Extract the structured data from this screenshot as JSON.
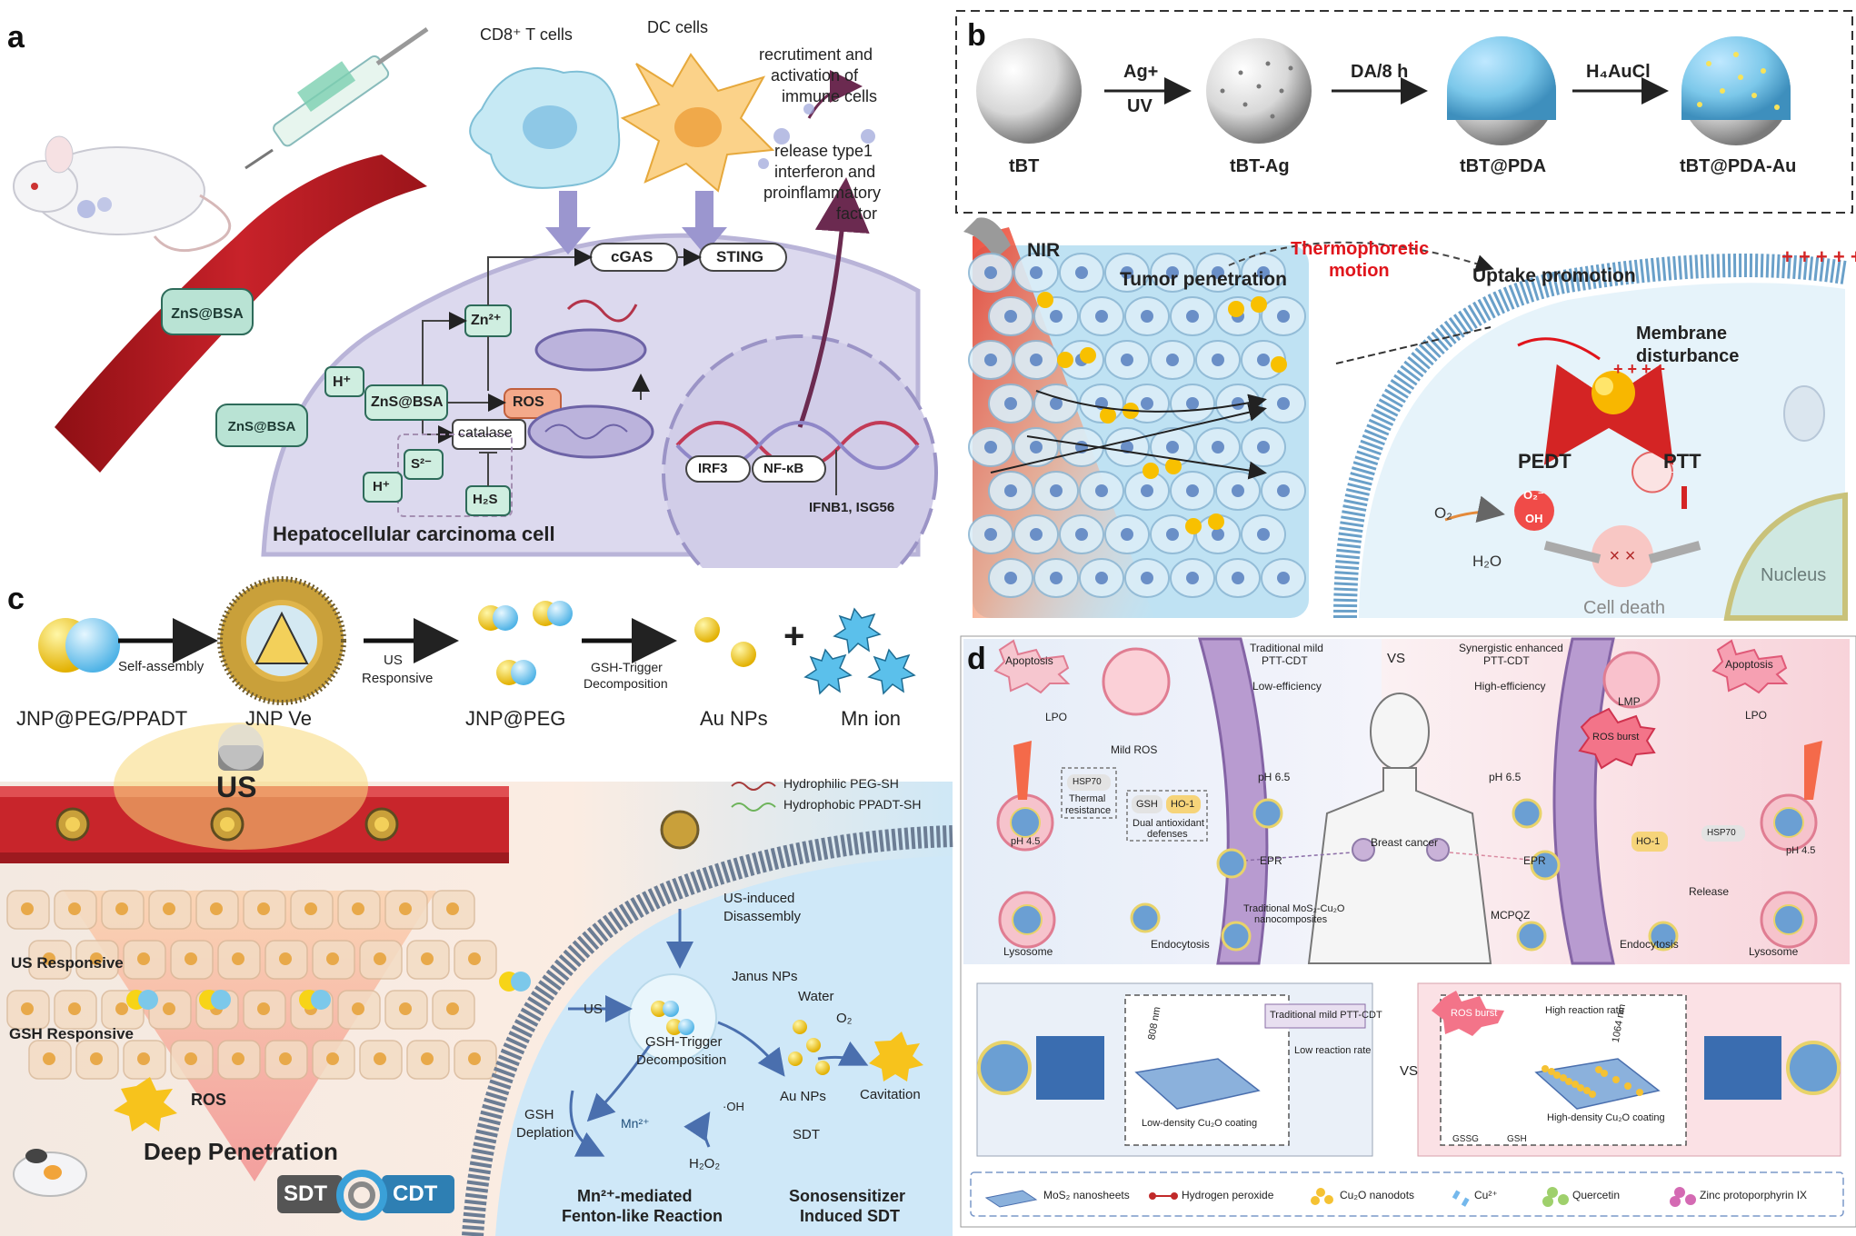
{
  "panels": {
    "a": {
      "letter": "a",
      "cd8": "CD8⁺ T cells",
      "dc": "DC cells",
      "recruit_1": "recrutiment and",
      "recruit_2": "activation of",
      "recruit_3": "immune cells",
      "release_1": "release type1",
      "release_2": "interferon and",
      "release_3": "proinflammatory",
      "release_4": "factor",
      "znsbsa": "ZnS@BSA",
      "cgas": "cGAS",
      "sting": "STING",
      "zn": "Zn²⁺",
      "h_plus": "H⁺",
      "ros": "ROS",
      "catalase": "catalase",
      "s2": "S²⁻",
      "h2s": "H₂S",
      "irf3": "IRF3",
      "nfkb": "NF-κB",
      "ifnb": "IFNB1, ISG56",
      "cell_title": "Hepatocellular carcinoma cell"
    },
    "b": {
      "letter": "b",
      "tbt": "tBT",
      "tbt_ag": "tBT-Ag",
      "tbt_pda": "tBT@PDA",
      "tbt_pda_au": "tBT@PDA-Au",
      "step1_top": "Ag+",
      "step1_bottom": "UV",
      "step2": "DA/8 h",
      "step3": "H₄AuCl",
      "nir": "NIR",
      "thermo_1": "Thermophoretic",
      "thermo_2": "motion",
      "tumor_pen": "Tumor penetration",
      "uptake": "Uptake promotion",
      "membrane_1": "Membrane",
      "membrane_2": "disturbance",
      "pedt": "PEDT",
      "ptt": "PTT",
      "o2": "O₂",
      "h2o": "H₂O",
      "o2_rad": "O₂⁻",
      "oh_rad": "OH",
      "nucleus": "Nucleus",
      "cell_death": "Cell death"
    },
    "c": {
      "letter": "c",
      "self_assembly": "Self-assembly",
      "us_resp_1": "US",
      "us_resp_2": "Responsive",
      "gsh_trig_1": "GSH-Trigger",
      "gsh_trig_2": "Decomposition",
      "plus": "+",
      "lbl_jnp_peg_ppadt": "JNP@PEG/PPADT",
      "lbl_jnp_ve": "JNP Ve",
      "lbl_jnp_peg": "JNP@PEG",
      "lbl_au": "Au NPs",
      "lbl_mn": "Mn ion",
      "us_device": "US",
      "hydrophilic": "Hydrophilic PEG-SH",
      "hydrophobic": "Hydrophobic PPADT-SH",
      "us_responsive": "US Responsive",
      "gsh_responsive": "GSH Responsive",
      "ros": "ROS",
      "deep_pen": "Deep Penetration",
      "sdt": "SDT",
      "cdt": "CDT",
      "us_dis_1": "US-induced",
      "us_dis_2": "Disassembly",
      "janus": "Janus NPs",
      "water": "Water",
      "o2": "O₂",
      "us": "US",
      "gsh_dec_1": "GSH-Trigger",
      "gsh_dec_2": "Decomposition",
      "au_nps": "Au NPs",
      "cavitation": "Cavitation",
      "gsh_dep_1": "GSH",
      "gsh_dep_2": "Deplation",
      "oh": "·OH",
      "h2o2": "H₂O₂",
      "sdt_small": "SDT",
      "mn": "Mn²⁺",
      "fenton_1": "Mn²⁺-mediated",
      "fenton_2": "Fenton-like Reaction",
      "sono_1": "Sonosensitizer",
      "sono_2": "Induced SDT"
    },
    "d": {
      "letter": "d",
      "trad_1": "Traditional mild",
      "trad_2": "PTT-CDT",
      "low_eff": "Low-efficiency",
      "vs": "VS",
      "syn_1": "Synergistic enhanced",
      "syn_2": "PTT-CDT",
      "high_eff": "High-efficiency",
      "apoptosis": "Apoptosis",
      "lpo": "LPO",
      "mild_ros": "Mild ROS",
      "hsp70": "HSP70",
      "thermal_1": "Thermal",
      "thermal_2": "resistance",
      "gsh": "GSH",
      "ho1": "HO-1",
      "dual_1": "Dual antioxidant",
      "dual_2": "defenses",
      "ph65": "pH 6.5",
      "ph45": "pH 4.5",
      "epr": "EPR",
      "breast": "Breast cancer",
      "trad_np_1": "Traditional MoS₂-Cu₂O",
      "trad_np_2": "nanocomposites",
      "endocytosis": "Endocytosis",
      "lysosome": "Lysosome",
      "lmp": "LMP",
      "ros_burst": "ROS burst",
      "release": "Release",
      "mcpqz": "MCPQZ",
      "nm808": "808 nm",
      "nm1064": "1064 nm",
      "trad_box": "Traditional mild PTT-CDT",
      "low_rate": "Low reaction rate",
      "low_density": "Low-density Cu₂O coating",
      "high_rate": "High reaction rate",
      "high_density": "High-density Cu₂O coating",
      "gssg": "GSSG",
      "legend": [
        "MoS₂ nanosheets",
        "Hydrogen peroxide",
        "Cu₂O nanodots",
        "Cu²⁺",
        "Quercetin",
        "Zinc protoporphyrin IX"
      ]
    }
  },
  "colors": {
    "vessel": "#b81d22",
    "cell_lavender": "#dcd9ee",
    "teal_box": "#cfeee0",
    "nanoparticle_blue": "#7cc8ea",
    "thermo_red": "#e0141b",
    "gold": "#f7d417",
    "panel_d_pink": "#f9d6dc",
    "panel_d_blue": "#d9e6f7"
  }
}
